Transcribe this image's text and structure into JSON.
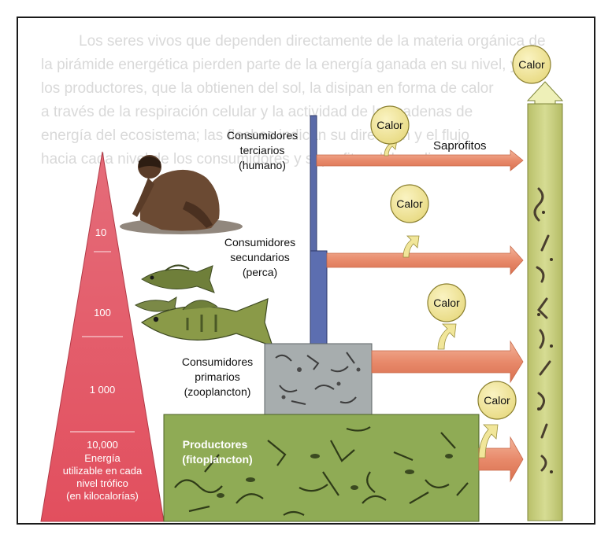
{
  "pyramid": {
    "levels": [
      {
        "value": "10"
      },
      {
        "value": "100"
      },
      {
        "value": "1 000"
      },
      {
        "value": "10,000",
        "caption": [
          "Energía",
          "utilizable en cada",
          "nivel trófico",
          "(en kilocalorías)"
        ]
      }
    ]
  },
  "levels": {
    "tertiary": [
      "Consumidores",
      "terciarios",
      "(humano)"
    ],
    "secondary": [
      "Consumidores",
      "secundarios",
      "(perca)"
    ],
    "primary": [
      "Consumidores",
      "primarios",
      "(zooplancton)"
    ],
    "producers": [
      "Productores",
      "(fitoplancton)"
    ]
  },
  "saprophytes_label": "Saprofitos",
  "heat_label": "Calor",
  "background_text": [
    "Los seres vivos que dependen directamente de la materia orgánica de",
    "la pirámide energética pierden parte de la energía ganada en su nivel, y",
    "los productores, que la obtienen del sol, la disipan en forma de calor",
    "a través de la respiración celular y la actividad de las cadenas de",
    "energía del ecosistema; las flechas indican su dirección y el flujo",
    "hacia cada nivel de los consumidores y saprofitos del medio."
  ],
  "colors": {
    "pyramid_red": "#e8616f",
    "arrow_orange": "#e99072",
    "heat_yellow": "#f2e69a",
    "saprophyte_green": "#c9cf7a",
    "producer_green": "#8fab55",
    "bar_blue": "#5a6aa8"
  }
}
